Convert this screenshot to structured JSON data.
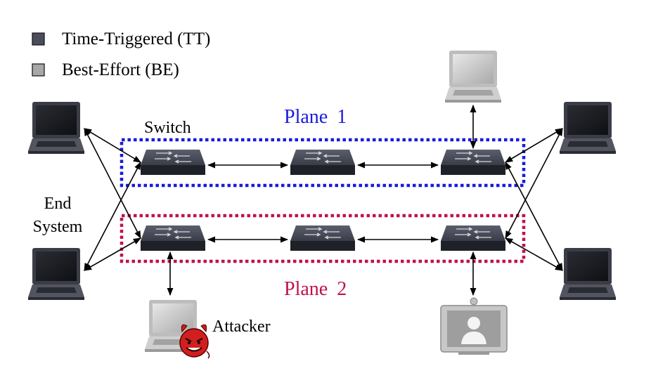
{
  "legend": {
    "tt_label": "Time-Triggered (TT)",
    "be_label": "Best-Effort (BE)"
  },
  "labels": {
    "switch": "Switch",
    "end_system_line1": "End",
    "end_system_line2": "System",
    "plane1": "Plane 1",
    "plane2": "Plane 2",
    "attacker": "Attacker"
  },
  "colors": {
    "tt_swatch": "#4a4d5c",
    "be_swatch": "#a8a8a8",
    "plane1": "#1a1adb",
    "plane2": "#c0104f",
    "switch_body": "#2b2e38",
    "laptop_dark": "#33363f",
    "laptop_light": "#bdbdbd",
    "devil": "#cc1a1a"
  },
  "icons": {
    "laptop_dark": "laptop-icon",
    "laptop_light": "laptop-icon",
    "switch": "network-switch-icon",
    "monitor": "video-monitor-icon",
    "attacker": "devil-icon"
  }
}
